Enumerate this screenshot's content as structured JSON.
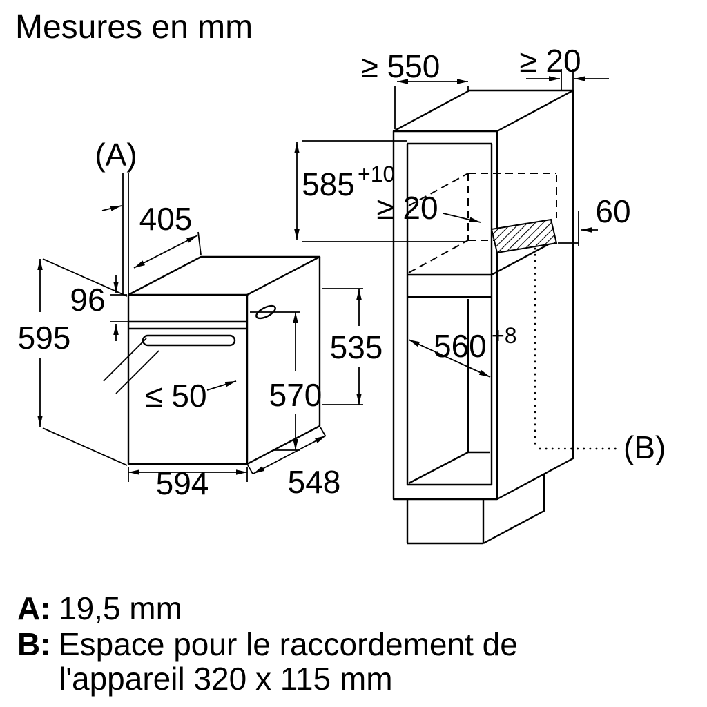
{
  "title": "Mesures en mm",
  "colors": {
    "ink": "#000000",
    "background": "#ffffff"
  },
  "oven": {
    "label": "(A)",
    "dims": {
      "top_depth": "405",
      "panel_height": "96",
      "height": "595",
      "handle_clearance": "≤ 50",
      "front_height": "570",
      "body_height": "535",
      "width": "594",
      "depth": "548"
    }
  },
  "niche": {
    "label": "(B)",
    "dims": {
      "min_depth": "≥ 550",
      "rear_top_gap": "≥ 20",
      "height": "585",
      "height_tolerance": "+10",
      "rear_gap": "≥ 20",
      "connection_offset": "60",
      "width": "560",
      "width_tolerance": "+8"
    }
  },
  "legend": {
    "a_key": "A:",
    "a_value": "19,5 mm",
    "b_key": "B:",
    "b_value_line1": "Espace pour le raccordement de",
    "b_value_line2": "l'appareil 320 x 115 mm"
  }
}
